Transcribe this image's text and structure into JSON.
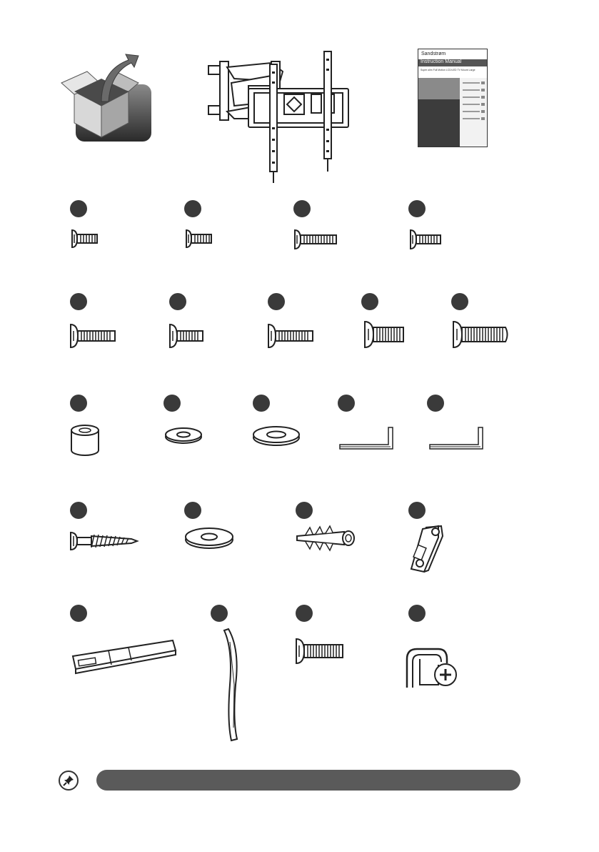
{
  "manual": {
    "brand": "Sandstrøm",
    "title": "Instruction Manual",
    "subtitle": "Super-slim Full Motion LCD/LED TV Mount Large"
  },
  "colors": {
    "dot": "#3a3a3a",
    "note_bar": "#5a5a5a",
    "ink": "#2b2b2b"
  },
  "icons": [
    "open-box-icon",
    "wall-mount-bracket-icon",
    "instruction-manual-icon",
    "pin-icon"
  ]
}
